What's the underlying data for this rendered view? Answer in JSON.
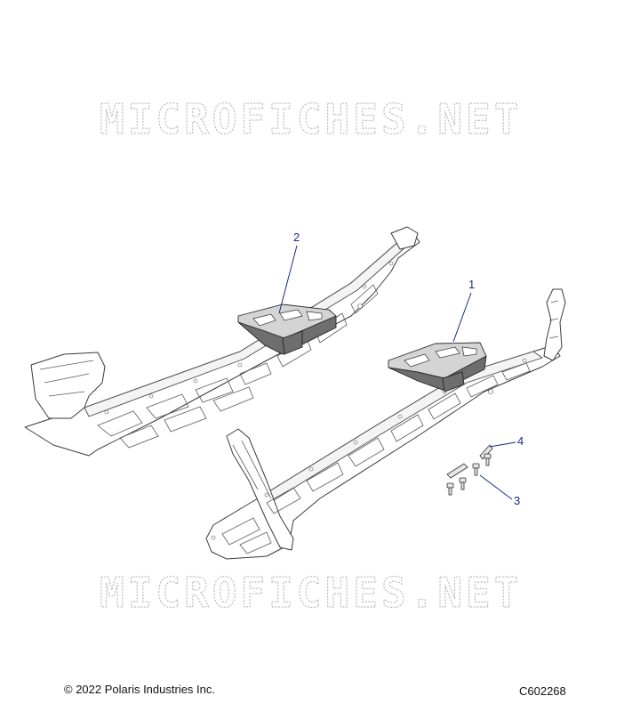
{
  "watermarks": [
    "MICROFICHES.NET",
    "MICROFICHES.NET"
  ],
  "callouts": [
    {
      "label": "2"
    },
    {
      "label": "1"
    },
    {
      "label": "4"
    },
    {
      "label": "3"
    }
  ],
  "footer": {
    "copyright": "© 2022 Polaris Industries Inc.",
    "code": "C602268"
  }
}
